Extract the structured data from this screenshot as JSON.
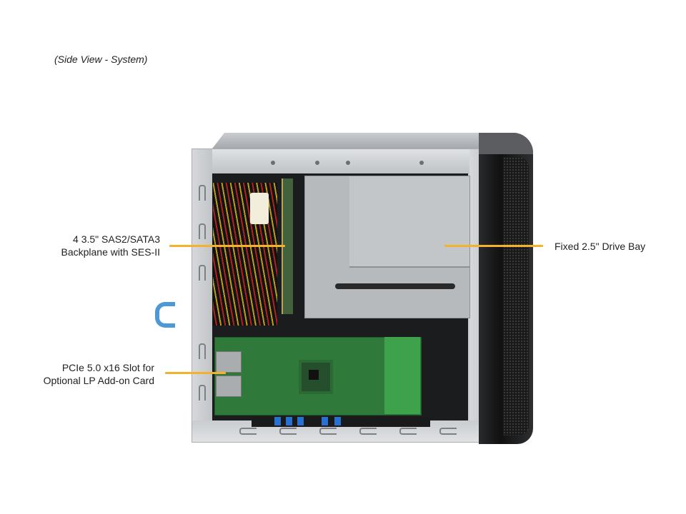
{
  "figure": {
    "caption": "(Side View - System)"
  },
  "callouts": {
    "backplane": {
      "line1": "4 3.5\" SAS2/SATA3",
      "line2": "Backplane with SES-II"
    },
    "pcie_slot": {
      "line1": "PCIe 5.0 x16 Slot for",
      "line2": "Optional LP Add-on Card"
    },
    "drive_bay": {
      "line1": "Fixed 2.5\" Drive Bay"
    }
  },
  "colors": {
    "leader_line": "#f2b22c",
    "text": "#222222",
    "background": "#ffffff"
  }
}
